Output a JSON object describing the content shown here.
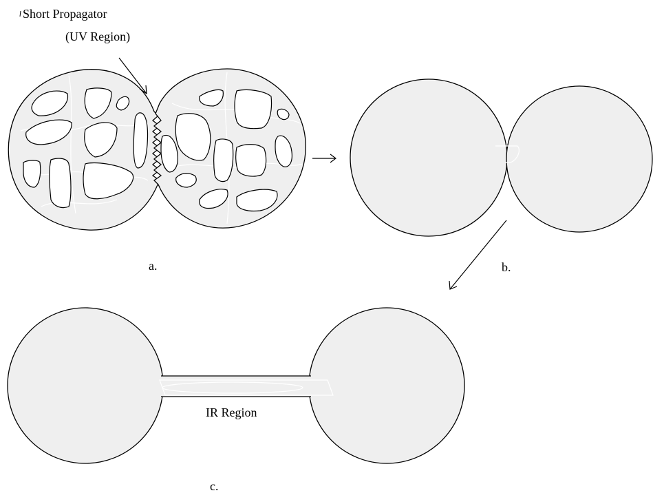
{
  "labels": {
    "short_propagator": "Short Propagator",
    "uv_region": "(UV  Region)",
    "panel_a": "a.",
    "panel_b": "b.",
    "panel_c": "c.",
    "ir_region": "IR Region"
  },
  "colors": {
    "fill": "#efefef",
    "stroke": "#000000",
    "network": "#ffffff"
  }
}
